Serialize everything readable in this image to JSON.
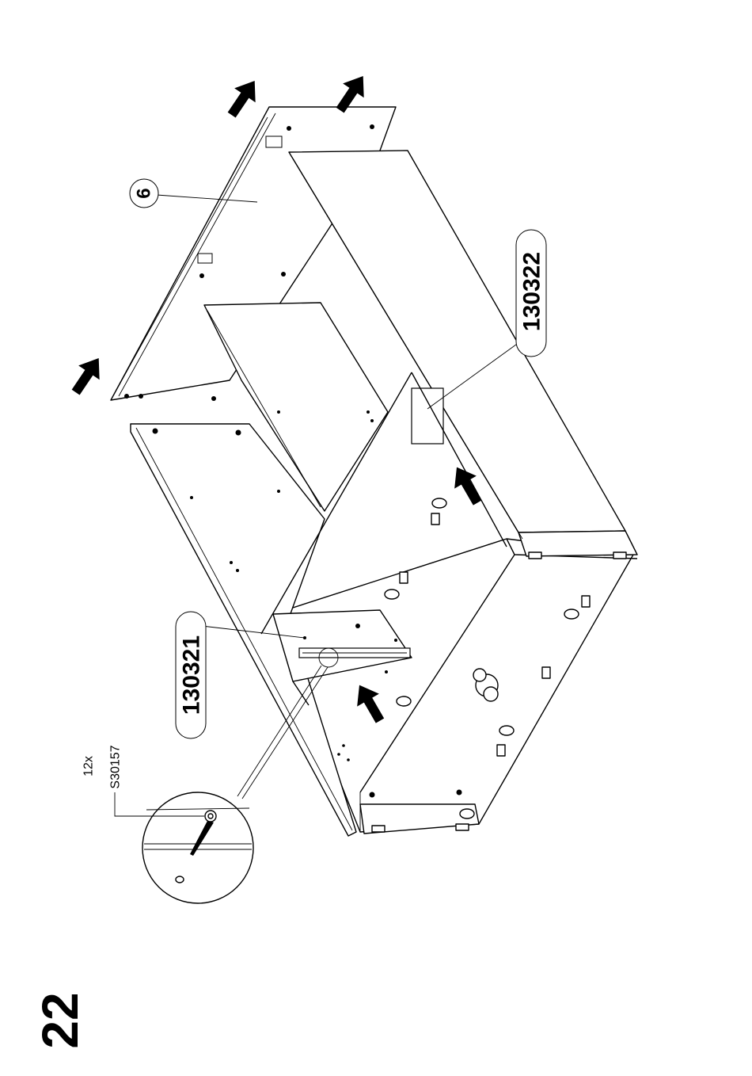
{
  "step_number": "22",
  "labels": {
    "part_6": "6",
    "part_130322": "130322",
    "part_130321": "130321"
  },
  "hardware": {
    "quantity": "12x",
    "code": "S30157"
  }
}
